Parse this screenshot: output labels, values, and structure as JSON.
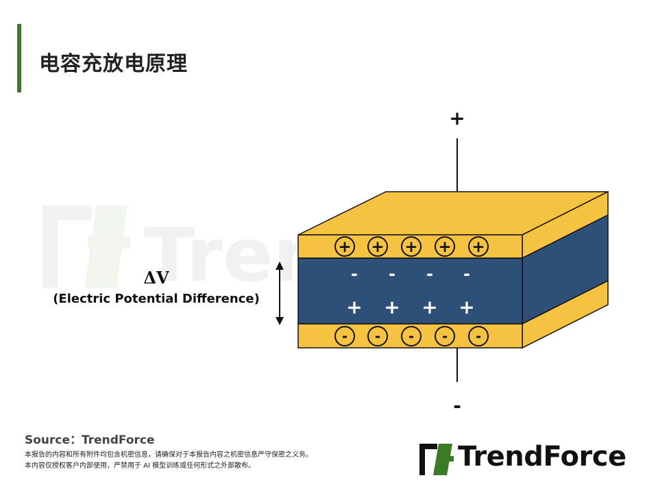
{
  "title": "电容充放电原理",
  "diagram": {
    "top_terminal": "+",
    "bottom_terminal": "-",
    "delta_v": "ΔV",
    "potential_label": "(Electric Potential Difference)",
    "top_plate_charges": [
      "+",
      "+",
      "+",
      "+",
      "+"
    ],
    "bottom_plate_charges": [
      "-",
      "-",
      "-",
      "-",
      "-"
    ],
    "dielectric_negative": [
      "-",
      "-",
      "-",
      "-"
    ],
    "dielectric_positive": [
      "+",
      "+",
      "+",
      "+"
    ],
    "colors": {
      "plate": "#f5c242",
      "dielectric": "#2f5079",
      "outline": "#111111",
      "accent": "#3d7a27"
    }
  },
  "watermark": "TrendForce",
  "source": "Source：TrendForce",
  "disclaimer": [
    "本报告的内容和所有附件均包含机密信息，请确保对于本报告内容之机密信息严守保密之义务。",
    "本内容仅授权客户内部使用，严禁用于 AI 模型训练或任何形式之外部散布。"
  ],
  "brand": {
    "name": "TrendForce",
    "logo_colors": [
      "#3d7a27",
      "#111111"
    ]
  }
}
